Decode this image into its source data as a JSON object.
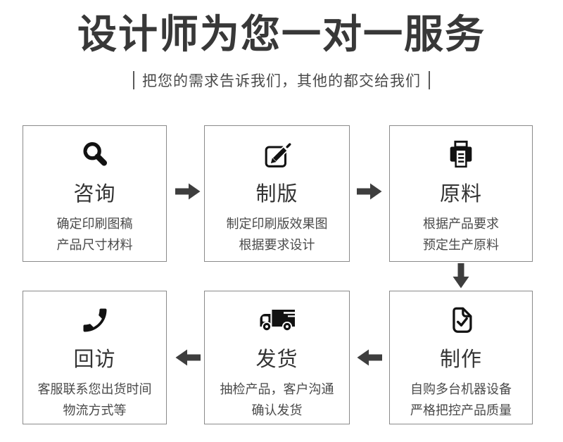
{
  "header": {
    "title": "设计师为您一对一服务",
    "subtitle": "把您的需求告诉我们，其他的都交给我们"
  },
  "steps": [
    {
      "title": "咨询",
      "line1": "确定印刷图稿",
      "line2": "产品尺寸材料",
      "icon": "magnifier-icon"
    },
    {
      "title": "制版",
      "line1": "制定印刷版效果图",
      "line2": "根据要求设计",
      "icon": "edit-pencil-icon"
    },
    {
      "title": "原料",
      "line1": "根据产品要求",
      "line2": "预定生产原料",
      "icon": "printer-icon"
    },
    {
      "title": "制作",
      "line1": "自购多台机器设备",
      "line2": "严格把控产品质量",
      "icon": "document-check-icon"
    },
    {
      "title": "发货",
      "line1": "抽检产品，客户沟通",
      "line2": "确认发货",
      "icon": "truck-icon"
    },
    {
      "title": "回访",
      "line1": "客服联系您出货时间",
      "line2": "物流方式等",
      "icon": "phone-icon"
    }
  ],
  "flow": {
    "arrows": [
      "right",
      "right",
      "down",
      "left",
      "left"
    ]
  },
  "colors": {
    "icon": "#121212",
    "arrow": "#3e3e3e",
    "box_border": "#8a8a8a",
    "title_text": "#383838",
    "body_text": "#4a4a4a"
  }
}
